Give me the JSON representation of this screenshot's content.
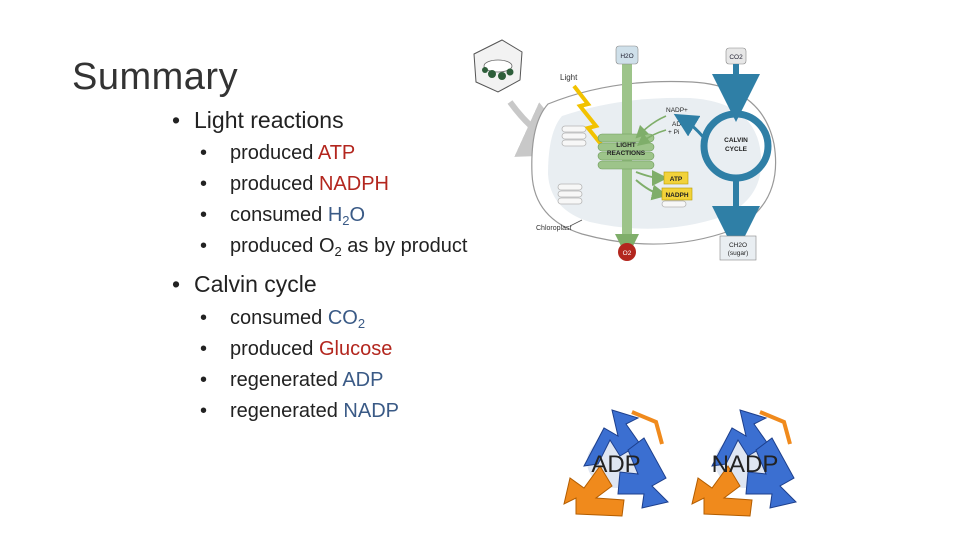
{
  "slide": {
    "title": "Summary",
    "section1": {
      "heading": "Light reactions",
      "items": [
        {
          "pre": "produced ",
          "hl": "ATP"
        },
        {
          "pre": "produced ",
          "hl": "NADPH"
        },
        {
          "pre": "consumed ",
          "hl": "H",
          "sub": "2",
          "post": "O"
        },
        {
          "pre": "produced O",
          "sub": "2",
          "post": " as by product"
        }
      ]
    },
    "section2": {
      "heading": "Calvin cycle",
      "items": [
        {
          "pre": "consumed ",
          "hl": "CO",
          "sub": "2"
        },
        {
          "pre": "produced ",
          "hl": "Glucose"
        },
        {
          "pre": "regenerated ",
          "hl": "ADP"
        },
        {
          "pre": "regenerated ",
          "hl": "NADP"
        }
      ]
    }
  },
  "diagram": {
    "h2o": "H2O",
    "co2": "CO2",
    "light": "Light",
    "nadp_plus": "NADP+",
    "adp": "ADP",
    "pi": "+ Pi",
    "light_reactions_1": "LIGHT",
    "light_reactions_2": "REACTIONS",
    "calvin_1": "CALVIN",
    "calvin_2": "CYCLE",
    "atp": "ATP",
    "nadph": "NADPH",
    "chloroplast": "Chloroplast",
    "o2": "O2",
    "ch2o": "CH2O",
    "sugar": "(sugar)"
  },
  "cycles": [
    {
      "label": "ADP"
    },
    {
      "label": "NADP"
    }
  ],
  "colors": {
    "highlight_red": "#b3261e",
    "highlight_blue": "#3a5a86",
    "calvin_teal": "#2f7fa6",
    "light_green": "#9dc48a",
    "recycle_blue": "#3b6fd1",
    "recycle_orange": "#f08a1c"
  },
  "icons": [
    "plant-cell-icon",
    "recycle-icon"
  ]
}
